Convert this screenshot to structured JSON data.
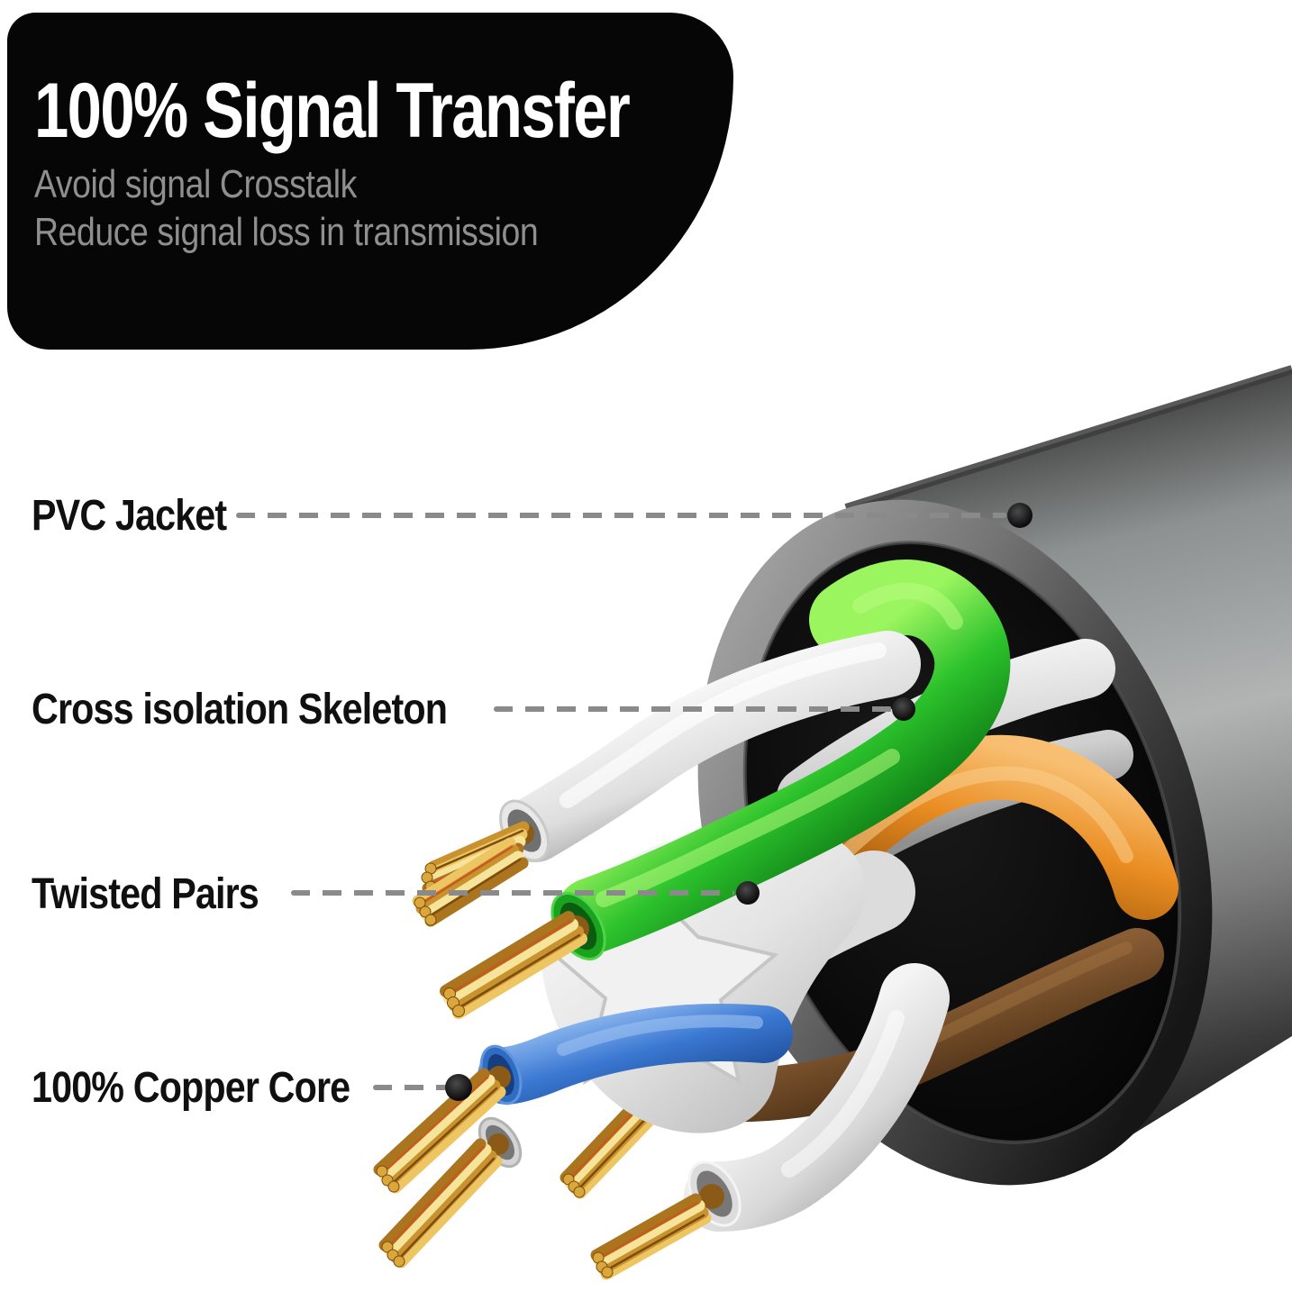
{
  "promo_card": {
    "title": "100% Signal Transfer",
    "subtitle_line_1": "Avoid signal Crosstalk",
    "subtitle_line_2": "Reduce signal loss in transmission",
    "background_color": "#060606",
    "title_color": "#ffffff",
    "subtitle_color": "#8f8f8f"
  },
  "callouts": [
    {
      "label": "PVC Jacket"
    },
    {
      "label": "Cross isolation Skeleton"
    },
    {
      "label": "Twisted Pairs"
    },
    {
      "label": "100% Copper Core"
    }
  ],
  "illustration": {
    "type": "ethernet-cable-cutaway",
    "leader_line_color": "#8a8a8a",
    "callout_dot_color": "#1c1c1c",
    "label_text_color": "#101010",
    "parts": [
      {
        "name": "PVC jacket",
        "color": "#9a9a9a"
      },
      {
        "name": "Cross isolation skeleton",
        "color": "#ededed"
      },
      {
        "name": "Green pair wire",
        "color": "#2cc22c"
      },
      {
        "name": "Orange pair wire",
        "color": "#ea8d22"
      },
      {
        "name": "Blue pair wire",
        "color": "#3a78d2"
      },
      {
        "name": "Brown pair wire",
        "color": "#5e3d1e"
      },
      {
        "name": "White pair wires",
        "color": "#e6e6e6"
      },
      {
        "name": "Copper core strands",
        "color": "#d3a540"
      }
    ]
  }
}
